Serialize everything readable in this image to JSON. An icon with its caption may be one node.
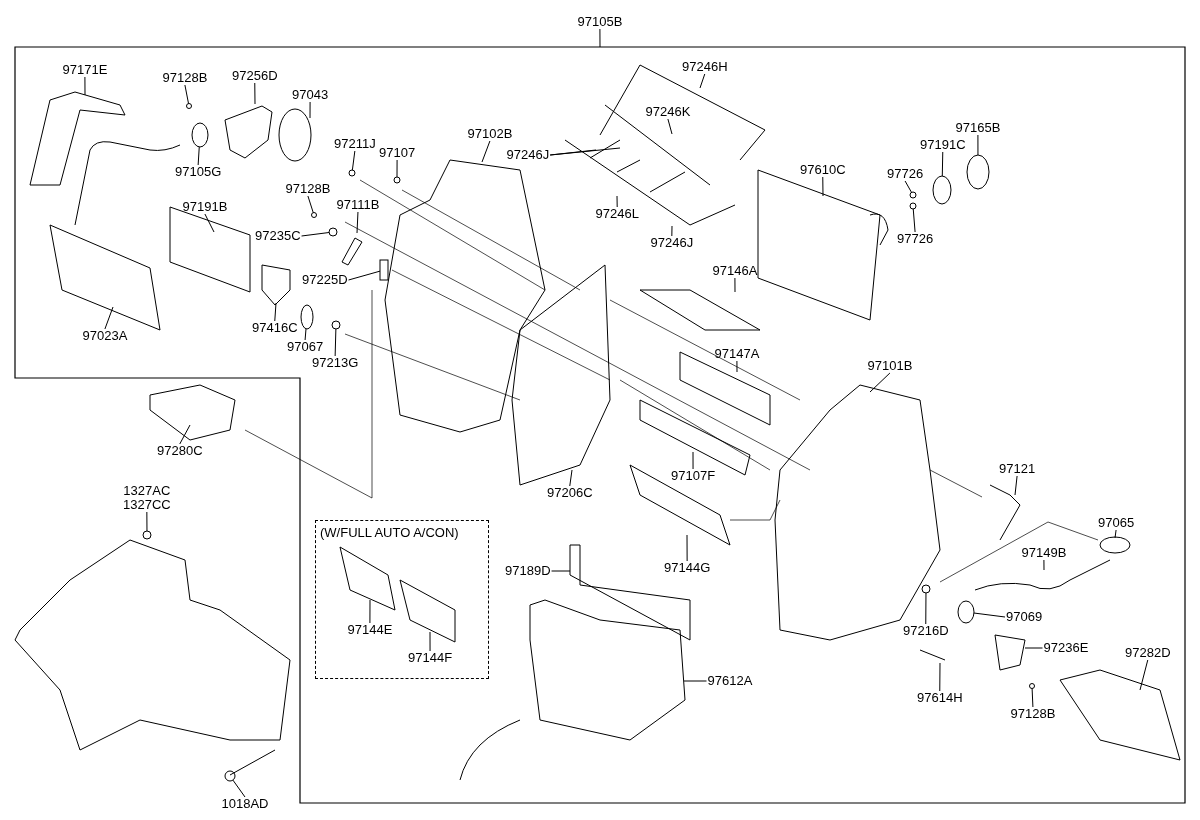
{
  "diagram": {
    "nodes": [
      {
        "text": [
          "97105B"
        ]
      },
      {
        "text": [
          "97171E"
        ]
      },
      {
        "text": [
          "97128B"
        ]
      },
      {
        "text": [
          "97256D"
        ]
      },
      {
        "text": [
          "97043"
        ]
      },
      {
        "text": [
          "97105G"
        ]
      },
      {
        "text": [
          "97211J"
        ]
      },
      {
        "text": [
          "97107"
        ]
      },
      {
        "text": [
          "97102B"
        ]
      },
      {
        "text": [
          "97246H"
        ]
      },
      {
        "text": [
          "97246K"
        ]
      },
      {
        "text": [
          "97246J"
        ]
      },
      {
        "text": [
          "97246L"
        ]
      },
      {
        "text": [
          "97246J"
        ]
      },
      {
        "text": [
          "97610C"
        ]
      },
      {
        "text": [
          "97726"
        ]
      },
      {
        "text": [
          "97191C"
        ]
      },
      {
        "text": [
          "97165B"
        ]
      },
      {
        "text": [
          "97726"
        ]
      },
      {
        "text": [
          "97128B"
        ]
      },
      {
        "text": [
          "97191B"
        ]
      },
      {
        "text": [
          "97111B"
        ]
      },
      {
        "text": [
          "97235C"
        ]
      },
      {
        "text": [
          "97225D"
        ]
      },
      {
        "text": [
          "97416C"
        ]
      },
      {
        "text": [
          "97067"
        ]
      },
      {
        "text": [
          "97023A"
        ]
      },
      {
        "text": [
          "97213G"
        ]
      },
      {
        "text": [
          "97146A"
        ]
      },
      {
        "text": [
          "97147A"
        ]
      },
      {
        "text": [
          "97101B"
        ]
      },
      {
        "text": [
          "97206C"
        ]
      },
      {
        "text": [
          "97107F"
        ]
      },
      {
        "text": [
          "97121"
        ]
      },
      {
        "text": [
          "97280C"
        ]
      },
      {
        "text": [
          "97065"
        ]
      },
      {
        "text": [
          "97149B"
        ]
      },
      {
        "text": [
          "1327AC",
          "1327CC"
        ]
      },
      {
        "text": [
          "(W/FULL AUTO A/CON)"
        ]
      },
      {
        "text": [
          "97144E"
        ],
        "in": 38
      },
      {
        "text": [
          "97144F"
        ],
        "in": 38
      },
      {
        "text": [
          "97144G"
        ]
      },
      {
        "text": [
          "97189D"
        ]
      },
      {
        "text": [
          "97216D"
        ]
      },
      {
        "text": [
          "97069"
        ]
      },
      {
        "text": [
          "97236E"
        ]
      },
      {
        "text": [
          "97282D"
        ]
      },
      {
        "text": [
          "97612A"
        ]
      },
      {
        "text": [
          "97614H"
        ]
      },
      {
        "text": [
          "97128B"
        ]
      },
      {
        "text": [
          "1018AD"
        ]
      },
      {
        "text": [],
        "shape": "circle"
      },
      {
        "text": [],
        "shape": "circle"
      },
      {
        "text": [],
        "shape": "circle"
      },
      {
        "text": [],
        "shape": "circle"
      },
      {
        "text": [],
        "shape": "circle"
      },
      {
        "text": [],
        "shape": "circle"
      },
      {
        "text": [],
        "shape": "circle"
      },
      {
        "text": [],
        "shape": "circle"
      },
      {
        "text": [],
        "shape": "circle"
      },
      {
        "text": [],
        "shape": "box"
      },
      {
        "text": [],
        "shape": "circle"
      },
      {
        "text": [],
        "shape": "circle"
      },
      {
        "text": [],
        "shape": "circle"
      },
      {
        "text": [],
        "shape": "circle"
      },
      {
        "text": [],
        "shape": "circle"
      },
      {
        "text": [],
        "shape": "circle"
      },
      {
        "text": [],
        "shape": "circle"
      },
      {
        "text": [],
        "shape": "circle"
      }
    ],
    "edges": [
      {
        "from": 0,
        "to": null,
        "arrow": "none"
      },
      {
        "from": 1,
        "to": null,
        "arrow": "none"
      },
      {
        "from": 2,
        "to": 52,
        "arrow": "none"
      },
      {
        "from": 3,
        "to": null,
        "arrow": "none"
      },
      {
        "from": 4,
        "to": null,
        "arrow": "none"
      },
      {
        "from": 5,
        "to": 53,
        "arrow": "none"
      },
      {
        "from": 6,
        "to": 59,
        "arrow": "none"
      },
      {
        "from": 7,
        "to": 61,
        "arrow": "none"
      },
      {
        "from": 8,
        "to": null,
        "arrow": "none"
      },
      {
        "from": 9,
        "to": null,
        "arrow": "none"
      },
      {
        "from": 10,
        "to": null,
        "arrow": "none"
      },
      {
        "from": 11,
        "to": null,
        "arrow": "none"
      },
      {
        "from": 11,
        "to": null,
        "arrow": "none"
      },
      {
        "from": 12,
        "to": null,
        "arrow": "none"
      },
      {
        "from": 13,
        "to": null,
        "arrow": "none"
      },
      {
        "from": 14,
        "to": null,
        "arrow": "none"
      },
      {
        "from": 15,
        "to": 62,
        "arrow": "none"
      },
      {
        "from": 16,
        "to": 65,
        "arrow": "none"
      },
      {
        "from": 17,
        "to": 67,
        "arrow": "none"
      },
      {
        "from": 18,
        "to": 63,
        "arrow": "none"
      },
      {
        "from": 19,
        "to": 56,
        "arrow": "none"
      },
      {
        "from": 20,
        "to": null,
        "arrow": "none"
      },
      {
        "from": 21,
        "to": null,
        "arrow": "none"
      },
      {
        "from": 22,
        "to": 57,
        "arrow": "none"
      },
      {
        "from": 23,
        "to": 60,
        "arrow": "none"
      },
      {
        "from": 24,
        "to": null,
        "arrow": "none"
      },
      {
        "from": 25,
        "to": 55,
        "arrow": "none"
      },
      {
        "from": 26,
        "to": null,
        "arrow": "none"
      },
      {
        "from": 27,
        "to": 58,
        "arrow": "none"
      },
      {
        "from": 28,
        "to": null,
        "arrow": "none"
      },
      {
        "from": 29,
        "to": null,
        "arrow": "none"
      },
      {
        "from": 30,
        "to": null,
        "arrow": "none"
      },
      {
        "from": 31,
        "to": null,
        "arrow": "none"
      },
      {
        "from": 32,
        "to": null,
        "arrow": "none"
      },
      {
        "from": 33,
        "to": null,
        "arrow": "none"
      },
      {
        "from": 34,
        "to": null,
        "arrow": "none"
      },
      {
        "from": 35,
        "to": null,
        "arrow": "none"
      },
      {
        "from": 36,
        "to": null,
        "arrow": "none"
      },
      {
        "from": 37,
        "to": 51,
        "arrow": "none"
      },
      {
        "from": 39,
        "to": null,
        "arrow": "none"
      },
      {
        "from": 40,
        "to": null,
        "arrow": "none"
      },
      {
        "from": 41,
        "to": null,
        "arrow": "none"
      },
      {
        "from": 42,
        "to": null,
        "arrow": "none"
      },
      {
        "from": 43,
        "to": 64,
        "arrow": "none"
      },
      {
        "from": 44,
        "to": 66,
        "arrow": "none"
      },
      {
        "from": 45,
        "to": null,
        "arrow": "none"
      },
      {
        "from": 46,
        "to": null,
        "arrow": "none"
      },
      {
        "from": 47,
        "to": null,
        "arrow": "none"
      },
      {
        "from": 48,
        "to": null,
        "arrow": "none"
      },
      {
        "from": 49,
        "to": 68,
        "arrow": "none"
      },
      {
        "from": 50,
        "to": 54,
        "arrow": "none"
      }
    ]
  }
}
